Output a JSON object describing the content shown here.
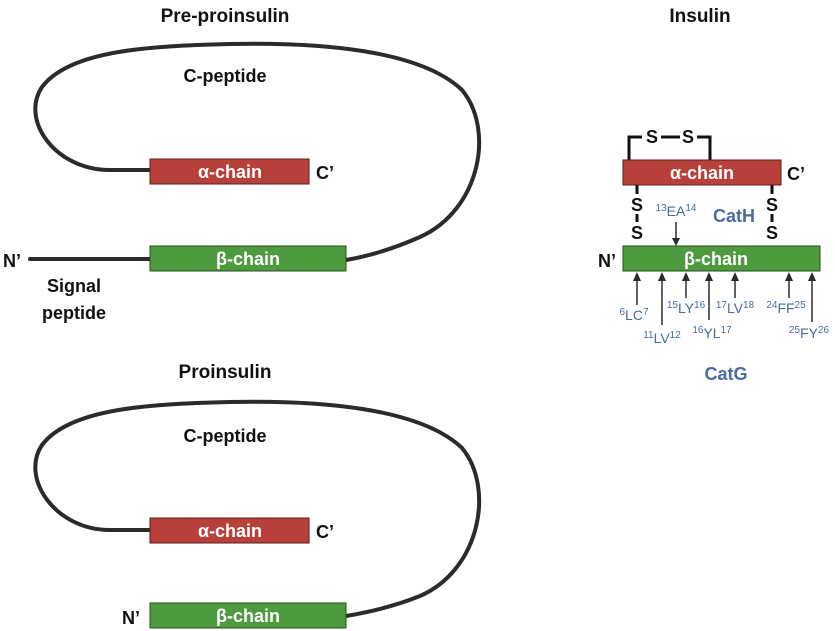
{
  "panels": {
    "preproinsulin": {
      "title": "Pre-proinsulin",
      "c_peptide": "C-peptide",
      "alpha": "α-chain",
      "beta": "β-chain",
      "c_term": "C’",
      "n_term": "N’",
      "signal_line1": "Signal",
      "signal_line2": "peptide"
    },
    "proinsulin": {
      "title": "Proinsulin",
      "c_peptide": "C-peptide",
      "alpha": "α-chain",
      "beta": "β-chain",
      "c_term": "C’",
      "n_term": "N’"
    },
    "insulin": {
      "title": "Insulin",
      "alpha": "α-chain",
      "beta": "β-chain",
      "c_term": "C’",
      "n_term": "N’",
      "disulfide": "S",
      "enzyme_h": "CatH",
      "enzyme_g": "CatG",
      "cath_site": {
        "pre": "13",
        "pair": "EA",
        "post": "14"
      },
      "catg_sites": [
        {
          "pre": "6",
          "pair": "LC",
          "post": "7"
        },
        {
          "pre": "11",
          "pair": "LV",
          "post": "12"
        },
        {
          "pre": "15",
          "pair": "LY",
          "post": "16"
        },
        {
          "pre": "16",
          "pair": "YL",
          "post": "17"
        },
        {
          "pre": "17",
          "pair": "LV",
          "post": "18"
        },
        {
          "pre": "24",
          "pair": "FF",
          "post": "25"
        },
        {
          "pre": "25",
          "pair": "FY",
          "post": "26"
        }
      ]
    }
  },
  "colors": {
    "alpha_chain": "#b8403a",
    "beta_chain": "#4e9a3e",
    "enzyme_text": "#4a6aa0",
    "loop": "#2b2b2b"
  }
}
